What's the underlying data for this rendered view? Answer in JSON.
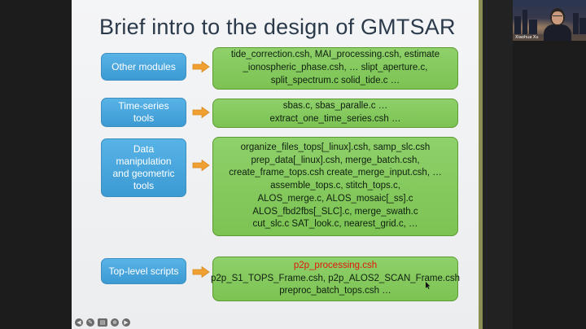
{
  "slide": {
    "title": "Brief intro to the design of GMTSAR",
    "rows": [
      {
        "category": "Other modules",
        "lines": [
          "tide_correction.csh, MAI_processing.csh, estimate",
          "_ionospheric_phase.csh, … slipt_aperture.c,",
          "split_spectrum.c solid_tide.c …"
        ]
      },
      {
        "category": "Time-series\ntools",
        "lines": [
          "sbas.c, sbas_paralle.c …",
          "extract_one_time_series.csh …"
        ]
      },
      {
        "category": "Data\nmanipulation\nand geometric\ntools",
        "lines": [
          "organize_files_tops[_linux].csh, samp_slc.csh",
          "prep_data[_linux].csh, merge_batch.csh,",
          "create_frame_tops.csh create_merge_input.csh, …",
          "assemble_tops.c, stitch_tops.c,",
          "ALOS_merge.c, ALOS_mosaic[_ss].c",
          "ALOS_fbd2fbs[_SLC].c, merge_swath.c",
          "cut_slc.c SAT_look.c, nearest_grid.c, …"
        ]
      },
      {
        "category": "Top-level scripts",
        "lines": [
          "p2p_processing.csh",
          "p2p_S1_TOPS_Frame.csh, p2p_ALOS2_SCAN_Frame.csh",
          "preproc_batch_tops.csh …"
        ]
      }
    ]
  },
  "video": {
    "participant_name": "Xiaohua Xu"
  },
  "toolbar": {
    "icons": [
      "prev-icon",
      "pen-icon",
      "slides-icon",
      "zoom-icon",
      "next-icon"
    ],
    "glyphs": [
      "◀",
      "✎",
      "▤",
      "⊕",
      "▶"
    ]
  },
  "colors": {
    "category_box": "#4aa6dc",
    "content_box": "#84c85c",
    "arrow": "#f0a030",
    "highlight_text": "#e0160e",
    "title_text": "#2b3a4a"
  }
}
